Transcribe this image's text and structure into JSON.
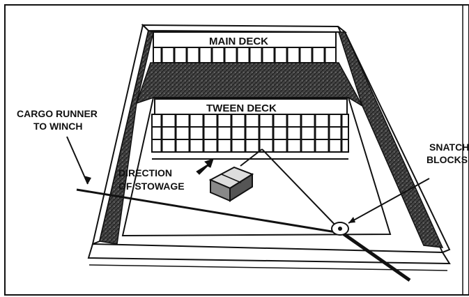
{
  "labels": {
    "main_deck": "MAIN DECK",
    "tween_deck": "TWEEN DECK",
    "cargo_runner_line1": "CARGO RUNNER",
    "cargo_runner_line2": "TO WINCH",
    "snatch_line1": "SNATCH",
    "snatch_line2": "BLOCKS",
    "direction_line1": "DIRECTION",
    "direction_line2": "OF STOWAGE"
  },
  "colors": {
    "ink": "#111111",
    "paper": "#ffffff",
    "dark_hatch": "#3a3a3a"
  }
}
